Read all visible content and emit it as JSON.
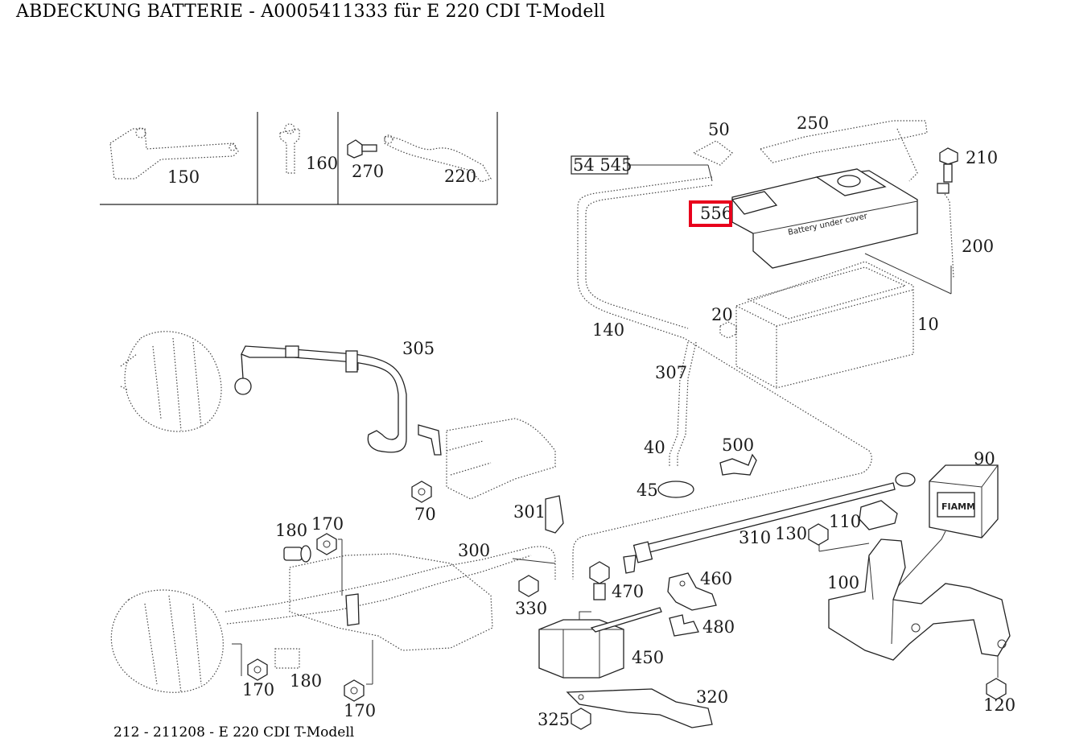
{
  "header": {
    "title": "ABDECKUNG BATTERIE - A0005411333 für E 220 CDI T-Modell"
  },
  "footer": {
    "text": "212 - 211208 - E 220 CDI T-Modell"
  },
  "diagram": {
    "battery_cover_text": "Battery under cover",
    "ref_box_label": "54 545",
    "highlighted_label": "556",
    "highlight_color": "#e8001c",
    "part_labels": {
      "p150": "150",
      "p160": "160",
      "p270": "270",
      "p220": "220",
      "p50": "50",
      "p250": "250",
      "p210": "210",
      "p200": "200",
      "p10": "10",
      "p20": "20",
      "p140": "140",
      "p305": "305",
      "p307": "307",
      "p40": "40",
      "p45": "45",
      "p500": "500",
      "p90": "90",
      "p70": "70",
      "p301": "301",
      "p180a": "180",
      "p170a": "170",
      "p300": "300",
      "p310": "310",
      "p130": "130",
      "p110": "110",
      "p330": "330",
      "p470": "470",
      "p460": "460",
      "p480": "480",
      "p100": "100",
      "p450": "450",
      "p170b": "170",
      "p180b": "180",
      "p170c": "170",
      "p320": "320",
      "p325": "325",
      "p120": "120"
    },
    "aux_battery_brand": "FIAMM"
  }
}
